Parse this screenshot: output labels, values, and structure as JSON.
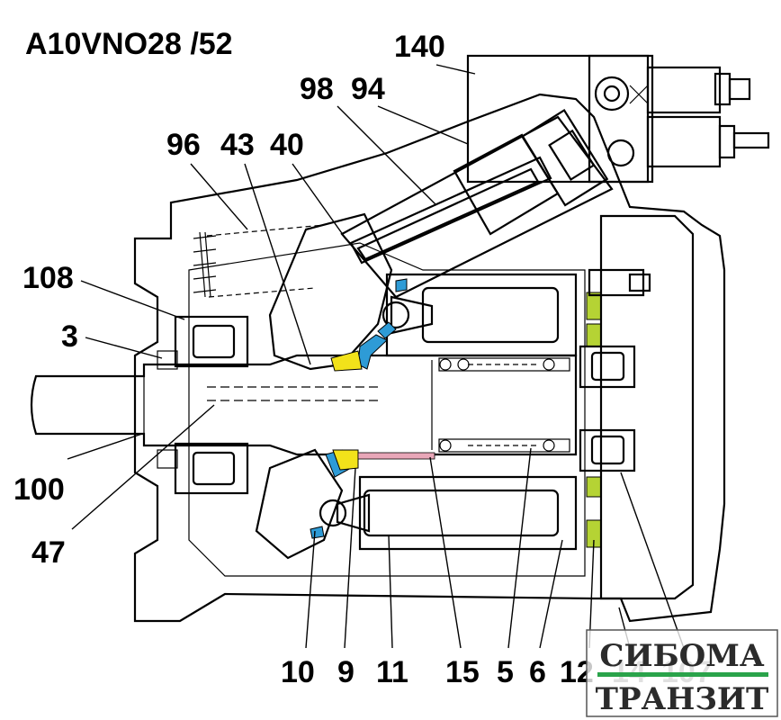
{
  "title": "A10VNO28 /52",
  "colors": {
    "cover_hatch": "#9999cc",
    "blue_part": "#2e9bd6",
    "yellow_part": "#f2e21a",
    "green_part": "#b5d334",
    "pink_part": "#e8a7b8",
    "brown_part": "#b06a4a",
    "logo_green": "#2aa34a"
  },
  "callouts": {
    "c140": "140",
    "c98": "98",
    "c94": "94",
    "c96": "96",
    "c43": "43",
    "c40": "40",
    "c108": "108",
    "c3": "3",
    "c100": "100",
    "c47": "47",
    "c10": "10",
    "c9": "9",
    "c11": "11",
    "c15": "15",
    "c5": "5",
    "c6": "6",
    "c12": "12",
    "c14": "14",
    "c107": "107"
  },
  "logo": {
    "line1": "СИБОМА",
    "line2": "ТРАНЗИТ"
  }
}
